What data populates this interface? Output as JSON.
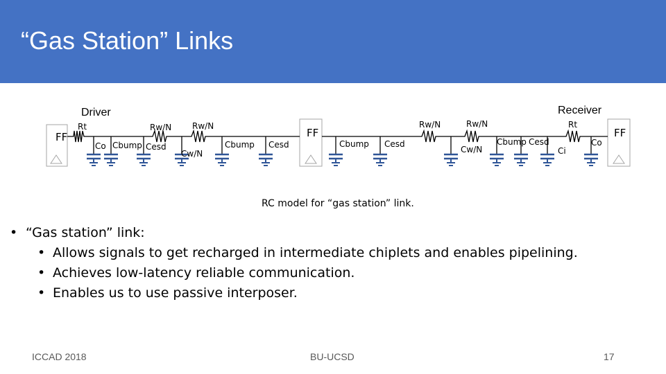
{
  "header": {
    "title": "“Gas Station” Links",
    "color": "#4472c4"
  },
  "diagram": {
    "driver_label": "Driver",
    "receiver_label": "Receiver",
    "ff_label": "FF",
    "labels": {
      "rt": "Rt",
      "co": "Co",
      "cbump": "Cbump",
      "cesd": "Cesd",
      "rw_n": "Rw/N",
      "cw_n": "Cw/N",
      "ci": "Ci"
    },
    "cap_color": "#2f5597"
  },
  "caption": "RC model for “gas station” link.",
  "bullets": {
    "main": "“Gas station” link:",
    "items": [
      "Allows signals to get recharged in intermediate chiplets and enables pipelining.",
      "Achieves low-latency reliable communication.",
      "Enables us to use passive interposer."
    ]
  },
  "footer": {
    "left": "ICCAD 2018",
    "center": "BU-UCSD",
    "page": "17"
  }
}
